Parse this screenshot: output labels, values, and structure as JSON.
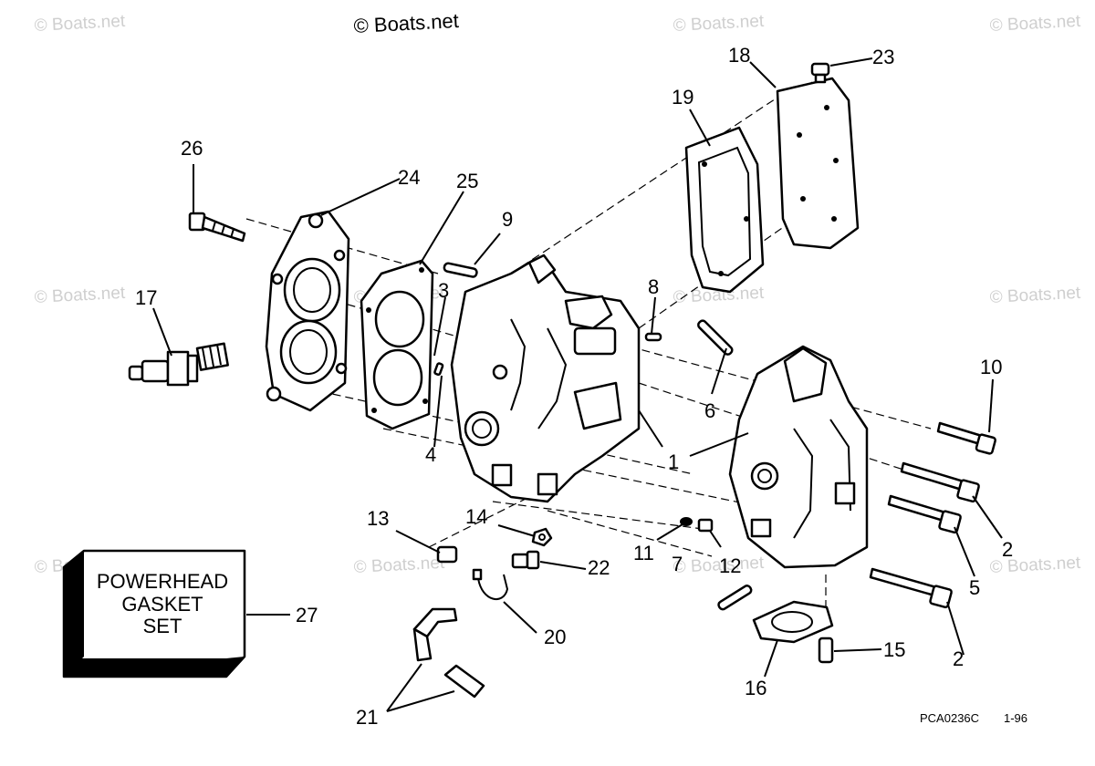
{
  "watermark": {
    "main": "© Boats.net",
    "faded": "© Boats.net"
  },
  "callouts": {
    "c1": "1",
    "c2a": "2",
    "c2b": "2",
    "c3": "3",
    "c4": "4",
    "c5": "5",
    "c6": "6",
    "c7": "7",
    "c8": "8",
    "c9": "9",
    "c10": "10",
    "c11": "11",
    "c12": "12",
    "c13": "13",
    "c14": "14",
    "c15": "15",
    "c16": "16",
    "c17": "17",
    "c18": "18",
    "c19": "19",
    "c20": "20",
    "c21": "21",
    "c22": "22",
    "c23": "23",
    "c24": "24",
    "c25": "25",
    "c26": "26",
    "c27": "27"
  },
  "gasket_set_box": {
    "line1": "POWERHEAD",
    "line2": "GASKET",
    "line3": "SET"
  },
  "footer": {
    "part_code": "PCA0236C",
    "date": "1-96"
  }
}
